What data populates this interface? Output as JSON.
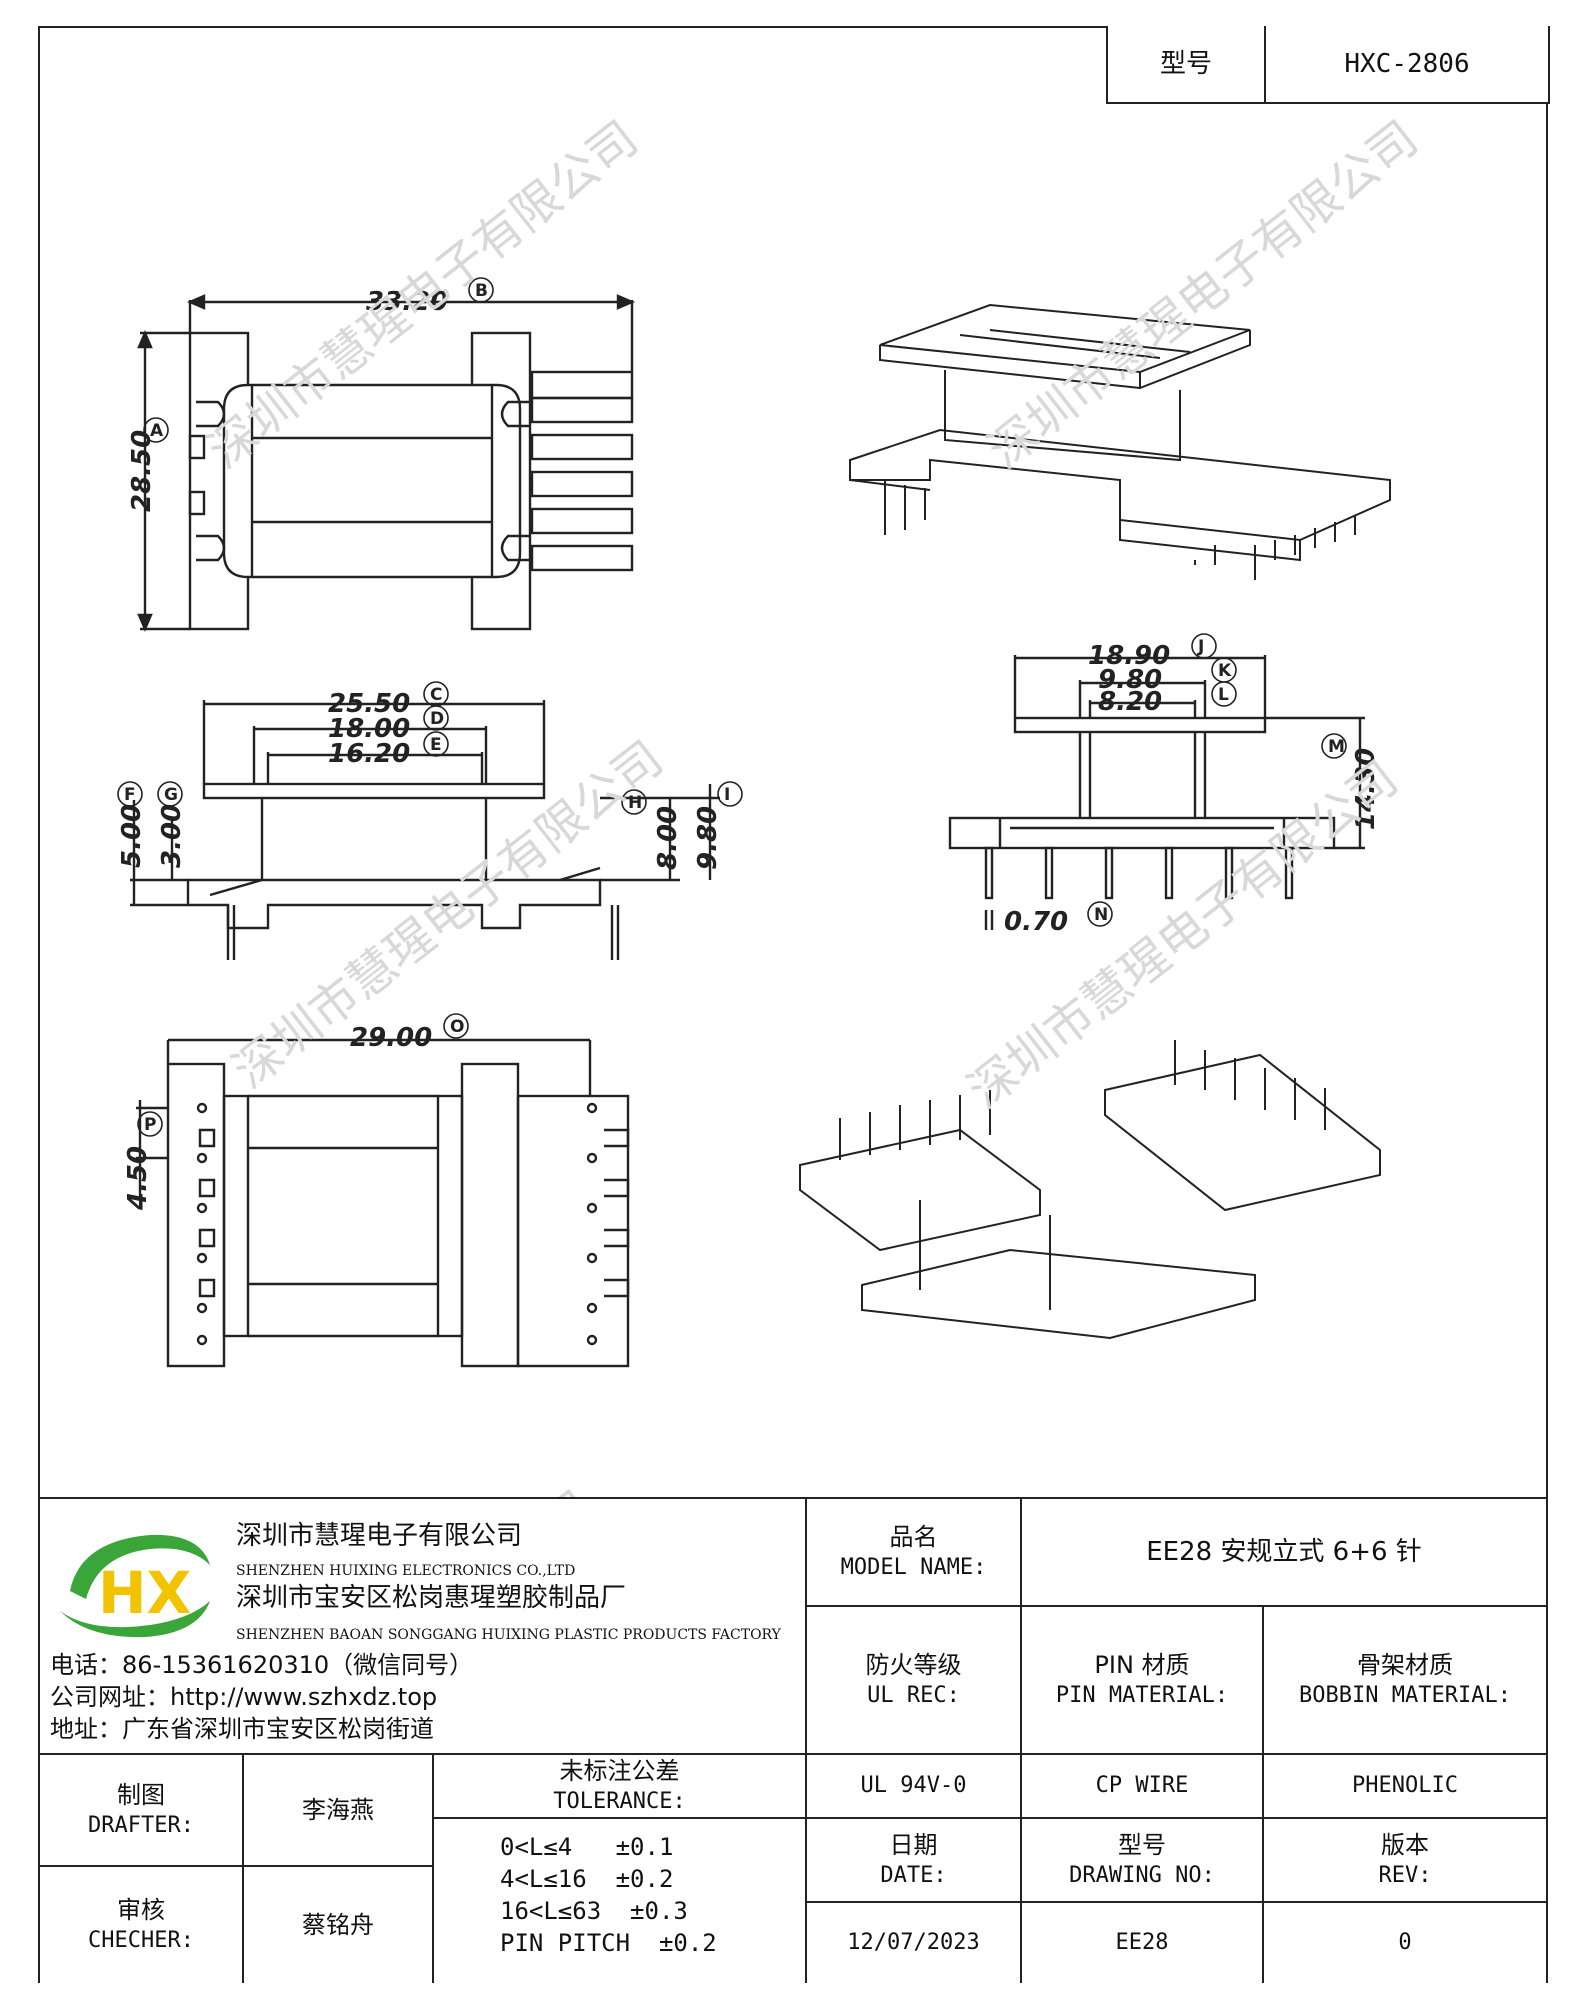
{
  "header": {
    "model_label": "型号",
    "model_value": "HXC-2806"
  },
  "watermark_text": "深圳市慧瑆电子有限公司",
  "dimensions": {
    "A": {
      "letter": "A",
      "value": "28.50"
    },
    "B": {
      "letter": "B",
      "value": "33.20"
    },
    "C": {
      "letter": "C",
      "value": "25.50"
    },
    "D": {
      "letter": "D",
      "value": "18.00"
    },
    "E": {
      "letter": "E",
      "value": "16.20"
    },
    "F": {
      "letter": "F",
      "value": "5.00"
    },
    "G": {
      "letter": "G",
      "value": "3.00"
    },
    "H": {
      "letter": "H",
      "value": "8.00"
    },
    "I": {
      "letter": "I",
      "value": "9.80"
    },
    "J": {
      "letter": "J",
      "value": "18.90"
    },
    "K": {
      "letter": "K",
      "value": "9.80"
    },
    "L": {
      "letter": "L",
      "value": "8.20"
    },
    "M": {
      "letter": "M",
      "value": "14.30"
    },
    "N": {
      "letter": "N",
      "value": "0.70"
    },
    "O": {
      "letter": "O",
      "value": "29.00"
    },
    "P": {
      "letter": "P",
      "value": "4.50"
    }
  },
  "company": {
    "logo_text": "HX",
    "name_cn": "深圳市慧瑆电子有限公司",
    "name_en": "SHENZHEN HUIXING ELECTRONICS CO.,LTD",
    "factory_cn": "深圳市宝安区松岗惠瑆塑胶制品厂",
    "factory_en": "SHENZHEN BAOAN SONGGANG HUIXING PLASTIC PRODUCTS FACTORY",
    "phone": "电话：86-15361620310（微信同号）",
    "website": "公司网址：http://www.szhxdz.top",
    "address": "地址：广东省深圳市宝安区松岗街道"
  },
  "title_block": {
    "model_name_cn": "品名",
    "model_name_en": "MODEL NAME:",
    "model_name_value": "EE28 安规立式 6+6 针",
    "ul_cn": "防火等级",
    "ul_en": "UL REC:",
    "pin_cn": "PIN 材质",
    "pin_en": "PIN MATERIAL:",
    "bobbin_cn": "骨架材质",
    "bobbin_en": "BOBBIN MATERIAL:",
    "ul_value": "UL 94V-0",
    "pin_value": "CP WIRE",
    "bobbin_value": "PHENOLIC",
    "date_cn": "日期",
    "date_en": "DATE:",
    "drawing_cn": "型号",
    "drawing_en": "DRAWING NO:",
    "rev_cn": "版本",
    "rev_en": "REV:",
    "date_value": "12/07/2023",
    "drawing_value": "EE28",
    "rev_value": "0",
    "drafter_cn": "制图",
    "drafter_en": "DRAFTER:",
    "drafter_value": "李海燕",
    "checker_cn": "审核",
    "checker_en": "CHECHER:",
    "checker_value": "蔡铭舟",
    "tolerance_cn": "未标注公差",
    "tolerance_en": "TOLERANCE:",
    "tolerances": [
      "0<L≤4   ±0.1",
      "4<L≤16  ±0.2",
      "16<L≤63  ±0.3",
      "PIN PITCH  ±0.2"
    ]
  },
  "colors": {
    "line": "#222222",
    "logo_green": "#3aa538",
    "logo_yellow": "#f2c300",
    "watermark": "#d8d8d8"
  }
}
